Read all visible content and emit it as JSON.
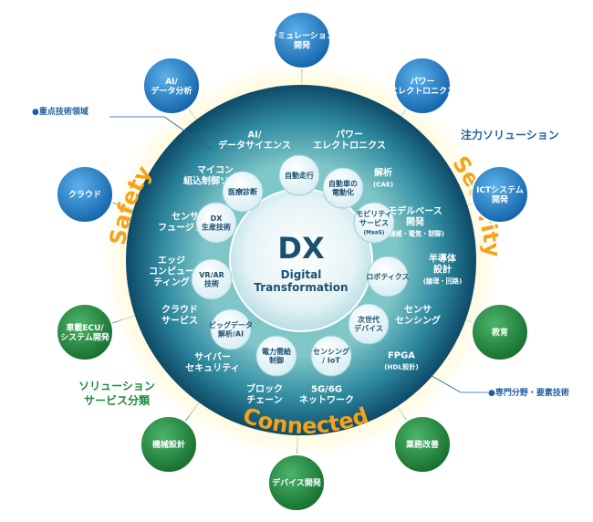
{
  "colors": {
    "blue_node": "#1e78c2",
    "green_node": "#1e8a3c",
    "ring_outer": "#0f4f6f",
    "ring_mid": "#2a8aa0",
    "center_fill": "#eaf6f8",
    "accent_orange": "#f7a21b",
    "title_blue": "#1f5fa0",
    "title_green": "#1e8a3c",
    "dx_text": "#1d4f6e"
  },
  "center": {
    "title": "DX",
    "subtitle_1": "Digital",
    "subtitle_2": "Transformation"
  },
  "ring_words": {
    "safety": "Safety",
    "security": "Security",
    "connected": "Connected"
  },
  "side_labels": {
    "focus_solutions": "注力ソリューション",
    "solution_service_1": "ソリューション",
    "solution_service_2": "サービス分類",
    "core_tech": "●重点技術領域",
    "specialty": "●専門分野・要素技術"
  },
  "outer_nodes": [
    {
      "id": "simulation",
      "lines": [
        "シミュレーション",
        "開発"
      ],
      "color": "blue"
    },
    {
      "id": "power-electronics-outer",
      "lines": [
        "パワー",
        "エレクトロニクス"
      ],
      "color": "blue"
    },
    {
      "id": "ict-system",
      "lines": [
        "ICTシステム",
        "開発"
      ],
      "color": "blue"
    },
    {
      "id": "education",
      "lines": [
        "教育"
      ],
      "color": "green"
    },
    {
      "id": "business-improvement",
      "lines": [
        "業務改善"
      ],
      "color": "green"
    },
    {
      "id": "device-dev",
      "lines": [
        "デバイス開発"
      ],
      "color": "green"
    },
    {
      "id": "mechanical-design",
      "lines": [
        "機械設計"
      ],
      "color": "green"
    },
    {
      "id": "automotive-ecu",
      "lines": [
        "車載ECU/",
        "システム開発"
      ],
      "color": "green"
    },
    {
      "id": "cloud",
      "lines": [
        "クラウド"
      ],
      "color": "blue"
    },
    {
      "id": "ai-data-analysis",
      "lines": [
        "AI/",
        "データ分析"
      ],
      "color": "blue"
    }
  ],
  "ring_labels": [
    {
      "id": "ai-data-science",
      "lines": [
        "AI/",
        "データサイエンス"
      ]
    },
    {
      "id": "power-electronics-ring",
      "lines": [
        "パワー",
        "エレクトロニクス"
      ]
    },
    {
      "id": "analysis",
      "lines": [
        "解析",
        "(CAE)"
      ]
    },
    {
      "id": "model-based",
      "lines": [
        "モデルベース",
        "開発",
        "(機械・電気・制御)"
      ]
    },
    {
      "id": "semiconductor",
      "lines": [
        "半導体",
        "設計",
        "(論理・回路)"
      ]
    },
    {
      "id": "sensor-sensing",
      "lines": [
        "センサ",
        "センシング"
      ]
    },
    {
      "id": "fpga",
      "lines": [
        "FPGA",
        "(HDL設計)"
      ]
    },
    {
      "id": "5g6g",
      "lines": [
        "5G/6G",
        "ネットワーク"
      ]
    },
    {
      "id": "blockchain",
      "lines": [
        "ブロック",
        "チェーン"
      ]
    },
    {
      "id": "cyber-security",
      "lines": [
        "サイバー",
        "セキュリティ"
      ]
    },
    {
      "id": "cloud-service",
      "lines": [
        "クラウド",
        "サービス"
      ]
    },
    {
      "id": "edge-computing",
      "lines": [
        "エッジ",
        "コンピュー",
        "ティング"
      ]
    },
    {
      "id": "sensor-fusion",
      "lines": [
        "センサ",
        "フュージョン"
      ]
    },
    {
      "id": "microcontroller",
      "lines": [
        "マイコン",
        "組込制御ソフト"
      ]
    }
  ],
  "inner_nodes": [
    {
      "id": "autonomous-driving",
      "lines": [
        "自動走行"
      ]
    },
    {
      "id": "ev-electrification",
      "lines": [
        "自動車の",
        "電動化"
      ]
    },
    {
      "id": "mobility-service",
      "lines": [
        "モビリティ",
        "サービス",
        "(MaaS)"
      ]
    },
    {
      "id": "robotics",
      "lines": [
        "ロボティクス"
      ]
    },
    {
      "id": "next-gen-device",
      "lines": [
        "次世代",
        "デバイス"
      ]
    },
    {
      "id": "sensing-iot",
      "lines": [
        "センシング",
        "/ IoT"
      ]
    },
    {
      "id": "power-control",
      "lines": [
        "電力需給",
        "制御"
      ]
    },
    {
      "id": "bigdata-ai",
      "lines": [
        "ビッグデータ",
        "解析/AI"
      ]
    },
    {
      "id": "vr-ar",
      "lines": [
        "VR/AR",
        "技術"
      ]
    },
    {
      "id": "dx-production",
      "lines": [
        "DX",
        "生産技術"
      ]
    },
    {
      "id": "medical-diagnosis",
      "lines": [
        "医療診断"
      ]
    }
  ]
}
